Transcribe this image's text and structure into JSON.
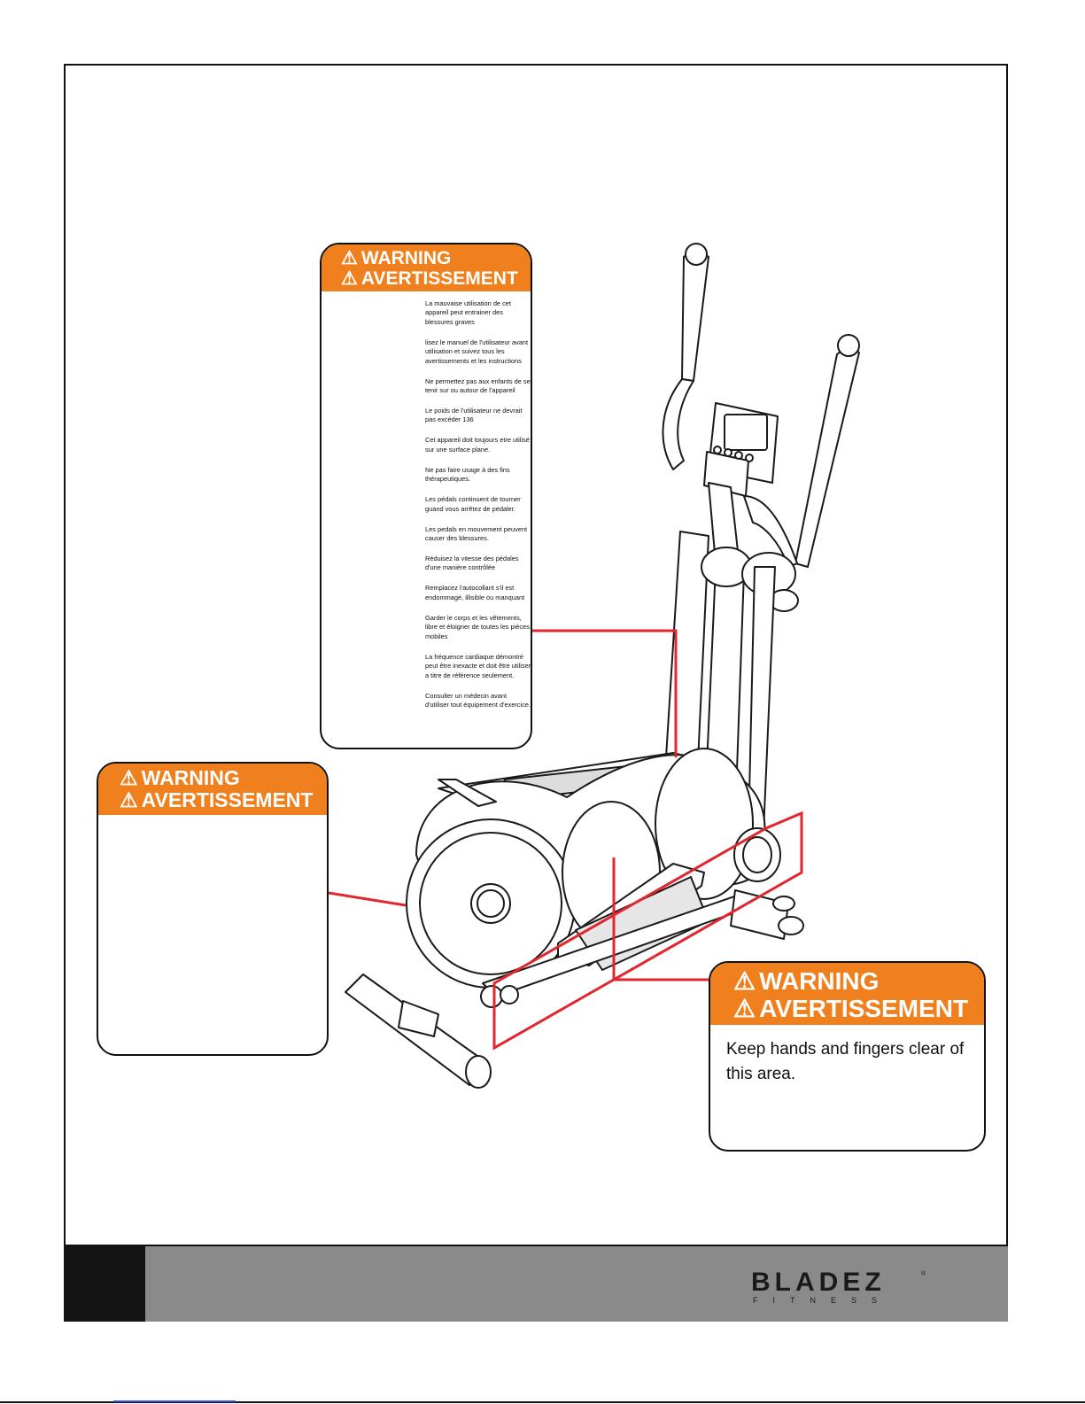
{
  "labels": {
    "top": {
      "heading_en": "WARNING",
      "heading_fr": "AVERTISSEMENT",
      "lines": [
        "La mauvaise utilisation de cet appareil peut entrainer des blessures graves",
        "lisez le manuel de l'utilisateur avant utilisation et suivez tous les avertissements et les instructions",
        "Ne permettez pas aux enfants de se tenir sur ou autour de l'appareil",
        "Le poids de l'utilisateur ne devrait pas excéder 136",
        "Cet appareil doit toujours etre utilisé sur une surface plane.",
        "Ne pas faire usage à des fins thérapeutiques.",
        "Les pédals continuent de tourner guand vous arrêtez de pédaler.",
        "Les pedals en mouvement peuvent causer des blessures.",
        "Réduisez la vitesse des pédales d'une manière contrôlée",
        "Remplacez l'autocollant s'il est endommagé, illisible ou manquant",
        "Garder le corps et les vêtements, libre et éloigner de toutes les pièces mobiles",
        "La fréquence cardiaque démontré peut être inexacte et doit être utiliser a titre de référence seulement.",
        "Consulter un médecin avant d'utiliser tout équipement d'exercice."
      ]
    },
    "left": {
      "heading_en": "WARNING",
      "heading_fr": "AVERTISSEMENT"
    },
    "right": {
      "heading_en": "WARNING",
      "heading_fr": "AVERTISSEMENT",
      "body": "Keep hands and fingers clear of this area."
    },
    "warning_symbol": "⚠"
  },
  "footer": {
    "logo_main": "BLADEZ",
    "logo_sub": "FITNESS",
    "logo_reg": "®"
  },
  "colors": {
    "warning_orange": "#f07f1d",
    "callout_red": "#e1262d",
    "footer_gray": "#8a8a8a",
    "footer_block": "#141414"
  },
  "icons": [
    "warning-triangle-icon"
  ]
}
